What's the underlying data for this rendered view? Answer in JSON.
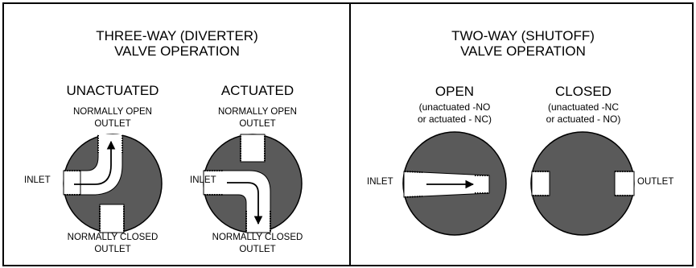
{
  "colors": {
    "valve_body": "#5a5a5a",
    "port": "#ffffff",
    "outline": "#000000"
  },
  "left_panel": {
    "title_line1": "THREE-WAY (DIVERTER)",
    "title_line2": "VALVE OPERATION",
    "unactuated": {
      "state": "UNACTUATED",
      "top_line1": "NORMALLY OPEN",
      "top_line2": "OUTLET",
      "side": "INLET",
      "bottom_line1": "NORMALLY CLOSED",
      "bottom_line2": "OUTLET"
    },
    "actuated": {
      "state": "ACTUATED",
      "top_line1": "NORMALLY OPEN",
      "top_line2": "OUTLET",
      "side": "INLET",
      "bottom_line1": "NORMALLY CLOSED",
      "bottom_line2": "OUTLET"
    }
  },
  "right_panel": {
    "title_line1": "TWO-WAY (SHUTOFF)",
    "title_line2": "VALVE OPERATION",
    "open": {
      "state": "OPEN",
      "note_line1": "(unactuated -NO",
      "note_line2": "or actuated - NC)",
      "side": "INLET"
    },
    "closed": {
      "state": "CLOSED",
      "note_line1": "(unactuated -NC",
      "note_line2": "or actuated - NO)",
      "side": "OUTLET"
    }
  }
}
